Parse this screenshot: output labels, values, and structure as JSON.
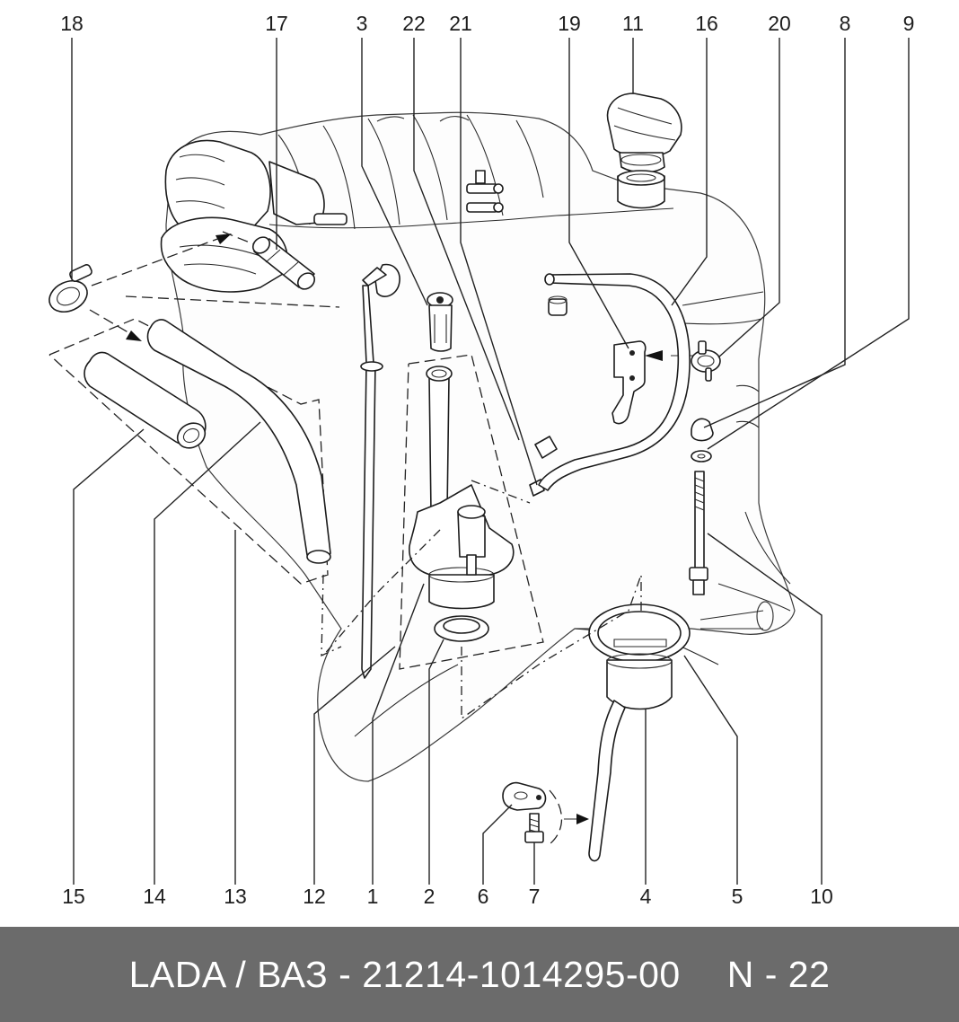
{
  "callouts_top": [
    "18",
    "17",
    "3",
    "22",
    "21",
    "19",
    "11",
    "16",
    "20",
    "8",
    "9"
  ],
  "callouts_bottom": [
    "15",
    "14",
    "13",
    "12",
    "1",
    "2",
    "6",
    "7",
    "4",
    "5",
    "10"
  ],
  "footer": {
    "part_ref": "LADA / ВАЗ - 21214-1014295-00",
    "page_ref": "N - 22"
  }
}
